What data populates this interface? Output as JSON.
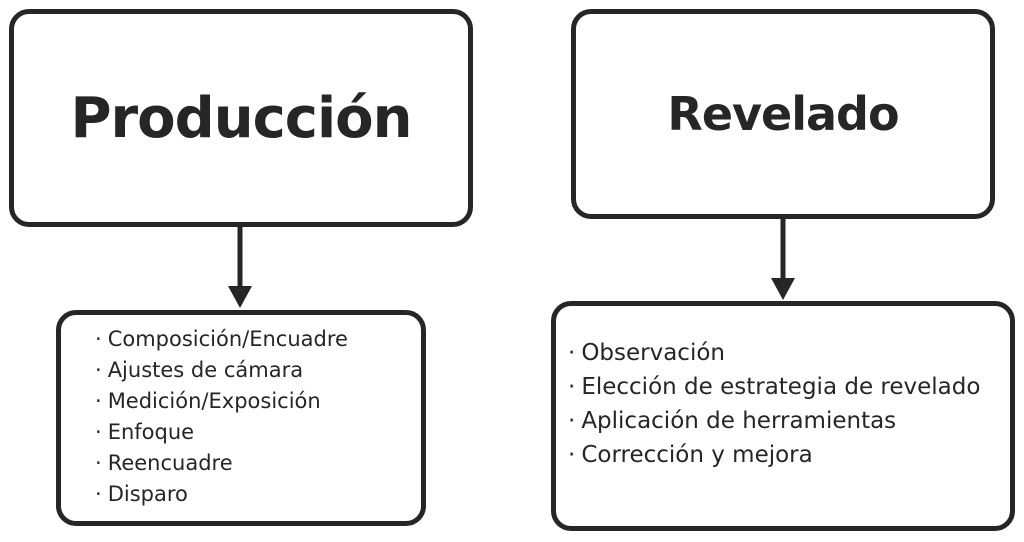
{
  "nodes": {
    "produccion": {
      "title": "Producción",
      "steps": [
        "Composición/Encuadre",
        "Ajustes de cámara",
        "Medición/Exposición",
        "Enfoque",
        "Reencuadre",
        "Disparo"
      ]
    },
    "revelado": {
      "title": "Revelado",
      "steps": [
        "Observación",
        "Elección de estrategia de revelado",
        "Aplicación de herramientas",
        "Corrección y mejora"
      ]
    }
  },
  "colors": {
    "stroke": "#262626",
    "background": "#ffffff"
  }
}
